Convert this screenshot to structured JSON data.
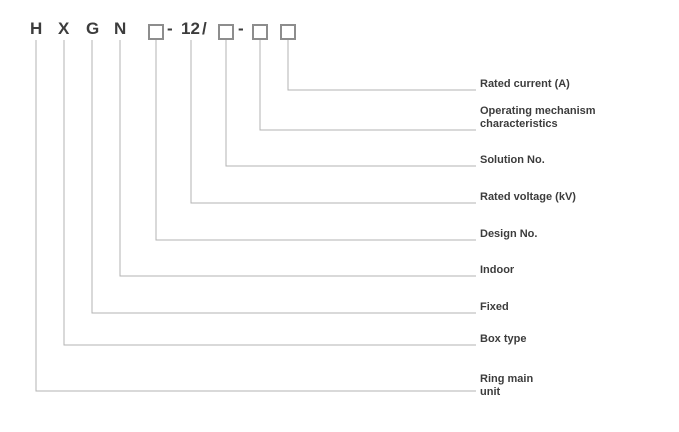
{
  "code": {
    "letters": [
      "H",
      "X",
      "G",
      "N"
    ],
    "dash1": "-",
    "voltage": "12",
    "slash": "/",
    "dash2": "-"
  },
  "labels": [
    {
      "id": "rated-current",
      "text": "Rated current (A)"
    },
    {
      "id": "operating-mechanism",
      "text": "Operating mechanism characteristics"
    },
    {
      "id": "solution-no",
      "text": "Solution No."
    },
    {
      "id": "rated-voltage",
      "text": "Rated voltage (kV)"
    },
    {
      "id": "design-no",
      "text": "Design No."
    },
    {
      "id": "indoor",
      "text": "Indoor"
    },
    {
      "id": "fixed",
      "text": "Fixed"
    },
    {
      "id": "box-type",
      "text": "Box type"
    },
    {
      "id": "ring-main-unit",
      "text": "Ring main unit"
    }
  ]
}
